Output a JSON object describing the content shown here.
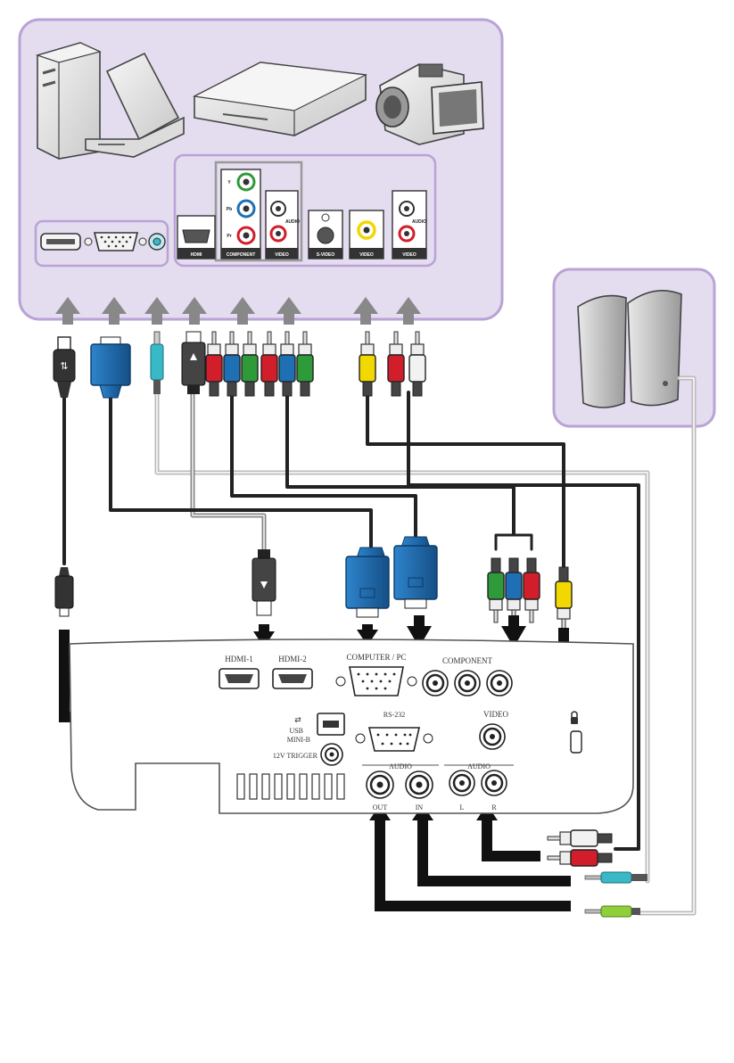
{
  "source_panel": {
    "labels": {
      "y": "Y",
      "pb": "Pb",
      "pr": "Pr",
      "audio_a": "AUDIO",
      "audio_b": "AUDIO",
      "hdmi": "HDMI",
      "component": "COMPONENT",
      "video_a": "VIDEO",
      "svideo": "S-VIDEO",
      "video_b": "VIDEO",
      "video_c": "VIDEO"
    }
  },
  "projector": {
    "labels": {
      "hdmi1": "HDMI-1",
      "hdmi2": "HDMI-2",
      "computer_pc": "COMPUTER / PC",
      "component": "COMPONENT",
      "usb": "USB",
      "mini_b": "MINI-B",
      "rs232": "RS-232",
      "video": "VIDEO",
      "trigger": "12V TRIGGER",
      "audio_out_in": "AUDIO",
      "audio_lr": "AUDIO",
      "out": "OUT",
      "in": "IN",
      "l": "L",
      "r": "R"
    }
  },
  "colors": {
    "panel_fill": "#e4dcef",
    "panel_border": "#b9a3d6",
    "arrow_gray": "#888888",
    "vga_blue": "#1f6fb5",
    "rca_red": "#d21e2a",
    "rca_green": "#2f9a3a",
    "rca_blue": "#1f6fb5",
    "rca_yellow": "#f0d800",
    "rca_white": "#f2f2f2",
    "jack_cyan": "#39b8c7",
    "jack_lime": "#8fcf3a",
    "cable_dark": "#222222",
    "cable_light": "#bbbbbb"
  }
}
